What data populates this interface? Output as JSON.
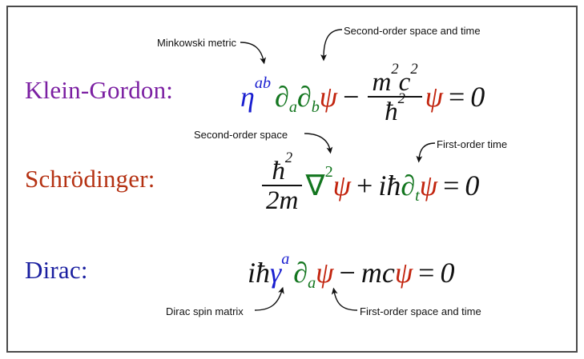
{
  "figure": {
    "background_color": "#ffffff",
    "border_color": "#4a4a4a"
  },
  "colors": {
    "klein_gordon_label": "#7B1FA2",
    "schrodinger_label": "#B53213",
    "dirac_label": "#1A1FA0",
    "metric_blue": "#1A1FD0",
    "derivative_green": "#13761F",
    "wavefunction_red": "#C2240E",
    "plain_black": "#111111"
  },
  "equations": [
    {
      "name": "klein-gordon",
      "label": "Klein-Gordon:",
      "expression": "η^{ab} ∂_a ∂_b ψ − (m²c²/ħ²) ψ = 0",
      "parts": {
        "eta": "η",
        "eta_indices": "ab",
        "del1": "∂",
        "del1_index": "a",
        "del2": "∂",
        "del2_index": "b",
        "psi1": "ψ",
        "minus": "−",
        "num_m": "m",
        "num_m_exp": "2",
        "num_c": "c",
        "num_c_exp": "2",
        "den_hbar": "ħ",
        "den_hbar_exp": "2",
        "psi2": "ψ",
        "equals": "=",
        "zero": "0"
      }
    },
    {
      "name": "schrodinger",
      "label": "Schrödinger:",
      "expression": "(ħ²/2m) ∇² ψ + iħ ∂_t ψ = 0",
      "parts": {
        "num_hbar": "ħ",
        "num_hbar_exp": "2",
        "den": "2m",
        "nabla": "∇",
        "nabla_exp": "2",
        "psi1": "ψ",
        "plus": "+",
        "i": "i",
        "hbar": "ħ",
        "del": "∂",
        "del_index": "t",
        "psi2": "ψ",
        "equals": "=",
        "zero": "0"
      }
    },
    {
      "name": "dirac",
      "label": "Dirac:",
      "expression": "iħ γ^a ∂_a ψ − mcψ = 0",
      "parts": {
        "i": "i",
        "hbar": "ħ",
        "gamma": "γ",
        "gamma_index": "a",
        "del": "∂",
        "del_index": "a",
        "psi1": "ψ",
        "minus": "−",
        "mc": "mc",
        "psi2": "ψ",
        "equals": "=",
        "zero": "0"
      }
    }
  ],
  "annotations": [
    {
      "id": "minkowski-metric",
      "text": "Minkowski metric"
    },
    {
      "id": "second-order-space-and-time",
      "text": "Second-order space and time"
    },
    {
      "id": "second-order-space",
      "text": "Second-order space"
    },
    {
      "id": "first-order-time",
      "text": "First-order time"
    },
    {
      "id": "dirac-spin-matrix",
      "text": "Dirac spin matrix"
    },
    {
      "id": "first-order-space-and-time",
      "text": "First-order space and time"
    }
  ]
}
